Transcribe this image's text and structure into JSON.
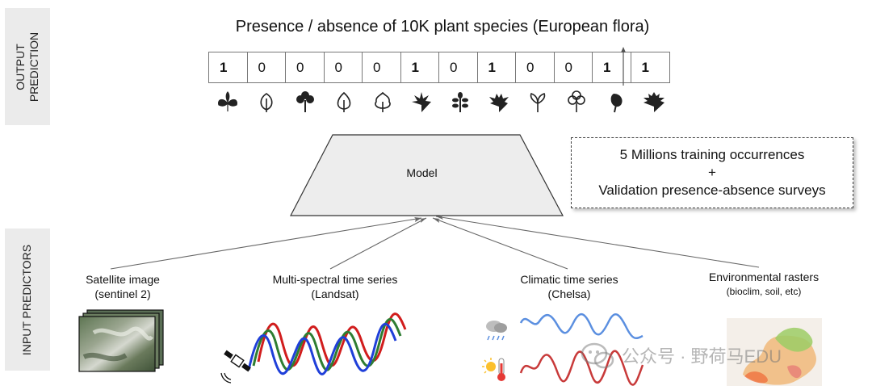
{
  "side_labels": {
    "output": [
      "OUTPUT",
      "PREDICTION"
    ],
    "input": "INPUT PREDICTORS"
  },
  "output": {
    "title": "Presence / absence of 10K plant species (European flora)",
    "values": [
      "1",
      "0",
      "0",
      "0",
      "0",
      "1",
      "0",
      "1",
      "0",
      "0",
      "1",
      "1"
    ],
    "leaf_icons": [
      "trifoliate-leaf-icon",
      "ovate-leaf-icon",
      "clover-leaf-icon",
      "heart-leaf-icon",
      "lobed-leaf-icon",
      "palmate-leaf-icon",
      "compound-leaf-icon",
      "maple-leaf-icon",
      "twin-leaf-icon",
      "trefoil-leaf-icon",
      "round-leaf-icon",
      "serrated-maple-leaf-icon"
    ]
  },
  "model": {
    "label": "Model"
  },
  "training": {
    "line1": "5 Millions training occurrences",
    "line2": "+",
    "line3": "Validation presence-absence surveys"
  },
  "predictors": {
    "satellite": {
      "title": "Satellite image",
      "subtitle": "(sentinel 2)"
    },
    "multispectral": {
      "title": "Multi-spectral time series",
      "subtitle": "(Landsat)"
    },
    "climatic": {
      "title": "Climatic time series",
      "subtitle": "(Chelsa)"
    },
    "environmental": {
      "title": "Environmental rasters",
      "subtitle": "(bioclim, soil, etc)"
    }
  },
  "watermark": {
    "text": "公众号 · 野荷马EDU"
  },
  "colors": {
    "label_bg": "#ebebeb",
    "model_fill": "#ededed",
    "red": "#d11d1d",
    "green": "#2e7d32",
    "blue": "#1f3fd9"
  }
}
